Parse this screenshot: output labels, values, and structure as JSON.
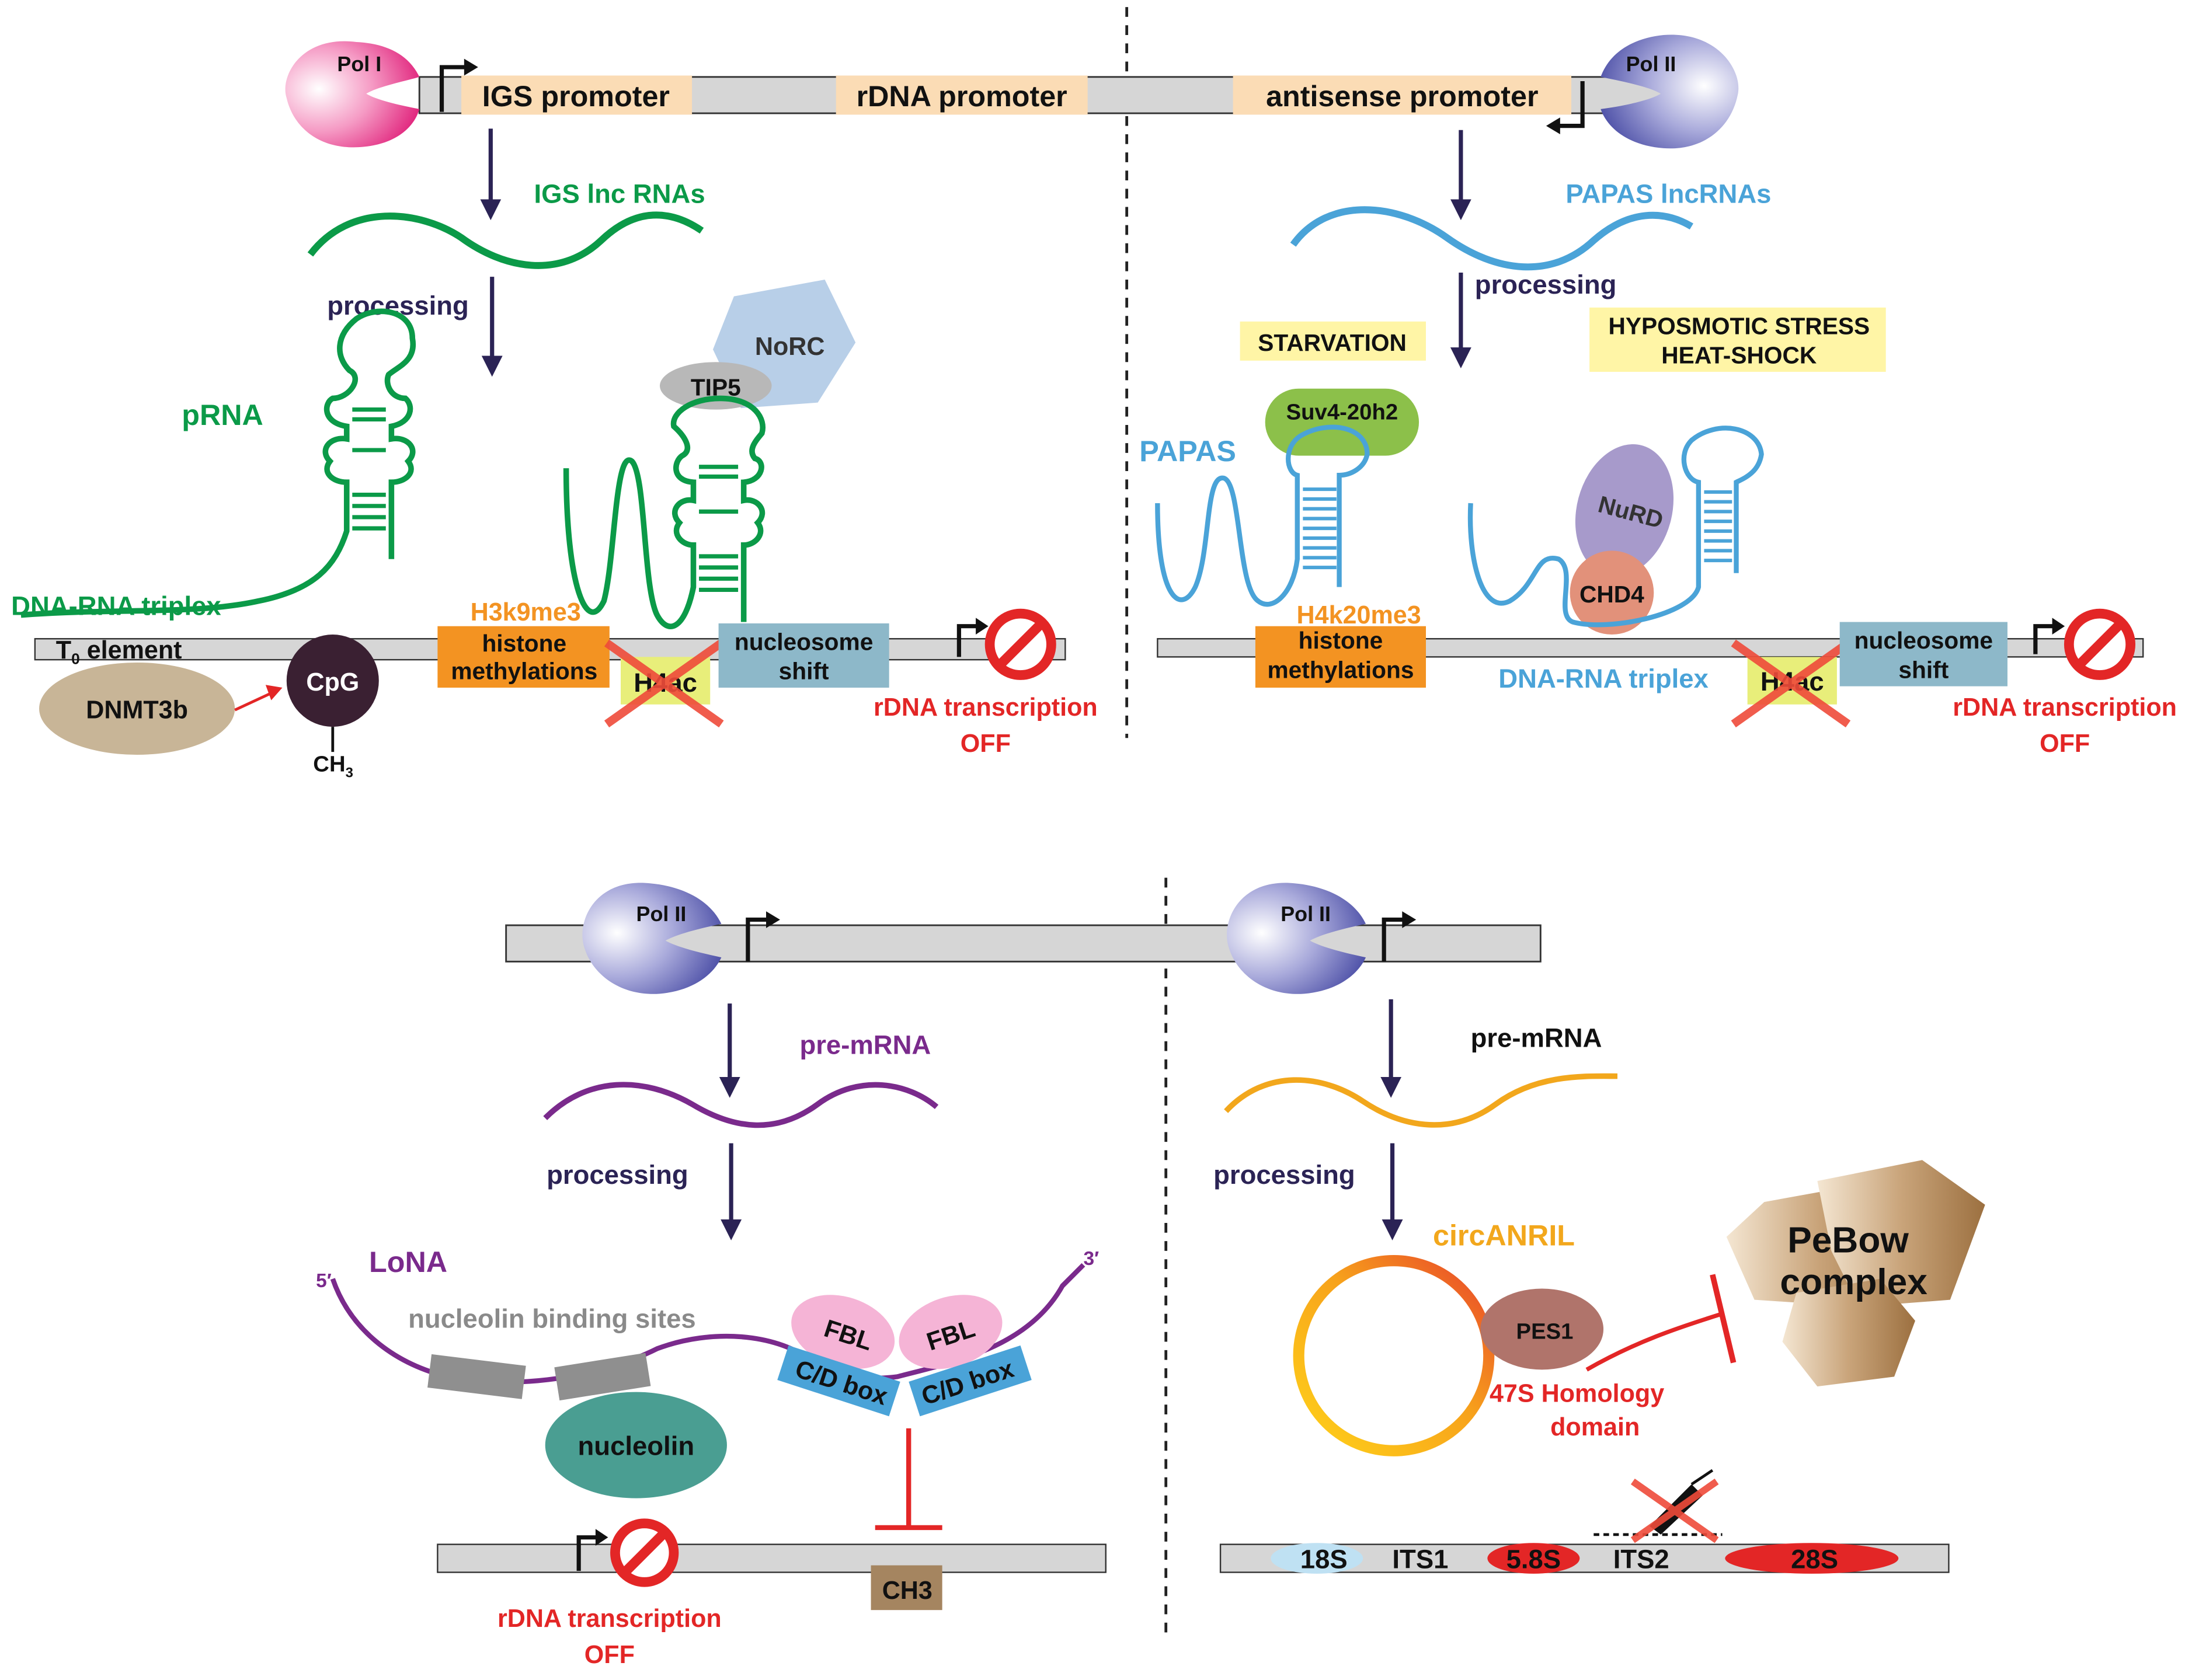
{
  "colors": {
    "green": "#0b9a48",
    "blue": "#4aa3d8",
    "purple": "#7a2a8c",
    "orange": "#f2a71c",
    "red": "#e32626",
    "navy": "#2b2355",
    "orange_box": "#f39322",
    "teal_box": "#8db8c9",
    "yellow_box": "#fff5a6",
    "peach_box": "#fbdcb5"
  },
  "top_left": {
    "pol1": "Pol I",
    "igs_promoter": "IGS promoter",
    "rdna_promoter": "rDNA promoter",
    "igs_lnc": "IGS lnc RNAs",
    "processing": "processing",
    "prna": "pRNA",
    "norc": "NoRC",
    "tip5": "TIP5",
    "triplex": "DNA-RNA triplex",
    "t0": "T",
    "t0_sub": "0",
    "t0_rest": " element",
    "h3k9": "H3k9me3",
    "histone1": "histone",
    "histone2": "methylations",
    "h4ac": "H4ac",
    "nuc1": "nucleosome",
    "nuc2": "shift",
    "rdna_off1": "rDNA transcription",
    "rdna_off2": "OFF",
    "dnmt": "DNMT3b",
    "cpg": "CpG",
    "ch": "CH",
    "ch_sub": "3"
  },
  "top_right": {
    "pol2": "Pol II",
    "antisense": "antisense promoter",
    "papas_lnc": "PAPAS lncRNAs",
    "processing": "processing",
    "starvation": "STARVATION",
    "hypo1": "HYPOSMOTIC STRESS",
    "hypo2": "HEAT-SHOCK",
    "suv": "Suv4-20h2",
    "papas": "PAPAS",
    "nurd": "NuRD",
    "chd4": "CHD4",
    "h4k20": "H4k20me3",
    "histone1": "histone",
    "histone2": "methylations",
    "triplex": "DNA-RNA triplex",
    "h4ac": "H4ac",
    "nuc1": "nucleosome",
    "nuc2": "shift",
    "rdna_off1": "rDNA transcription",
    "rdna_off2": "OFF"
  },
  "bottom_left": {
    "pol2": "Pol II",
    "premrna": "pre-mRNA",
    "processing": "processing",
    "lona": "LoNA",
    "five": "5′",
    "three": "3′",
    "nucleolin_sites": "nucleolin binding sites",
    "fbl": "FBL",
    "cd_box": "C/D box",
    "nucleolin": "nucleolin",
    "ch3": "CH3",
    "rdna_off1": "rDNA transcription",
    "rdna_off2": "OFF"
  },
  "bottom_right": {
    "pol2": "Pol II",
    "premrna": "pre-mRNA",
    "processing": "processing",
    "circ": "circANRIL",
    "pebow1": "PeBow",
    "pebow2": "complex",
    "pes1": "PES1",
    "homology1": "47S Homology",
    "homology2": "domain",
    "s18": "18S",
    "its1": "ITS1",
    "s58": "5.8S",
    "its2": "ITS2",
    "s28": "28S"
  }
}
